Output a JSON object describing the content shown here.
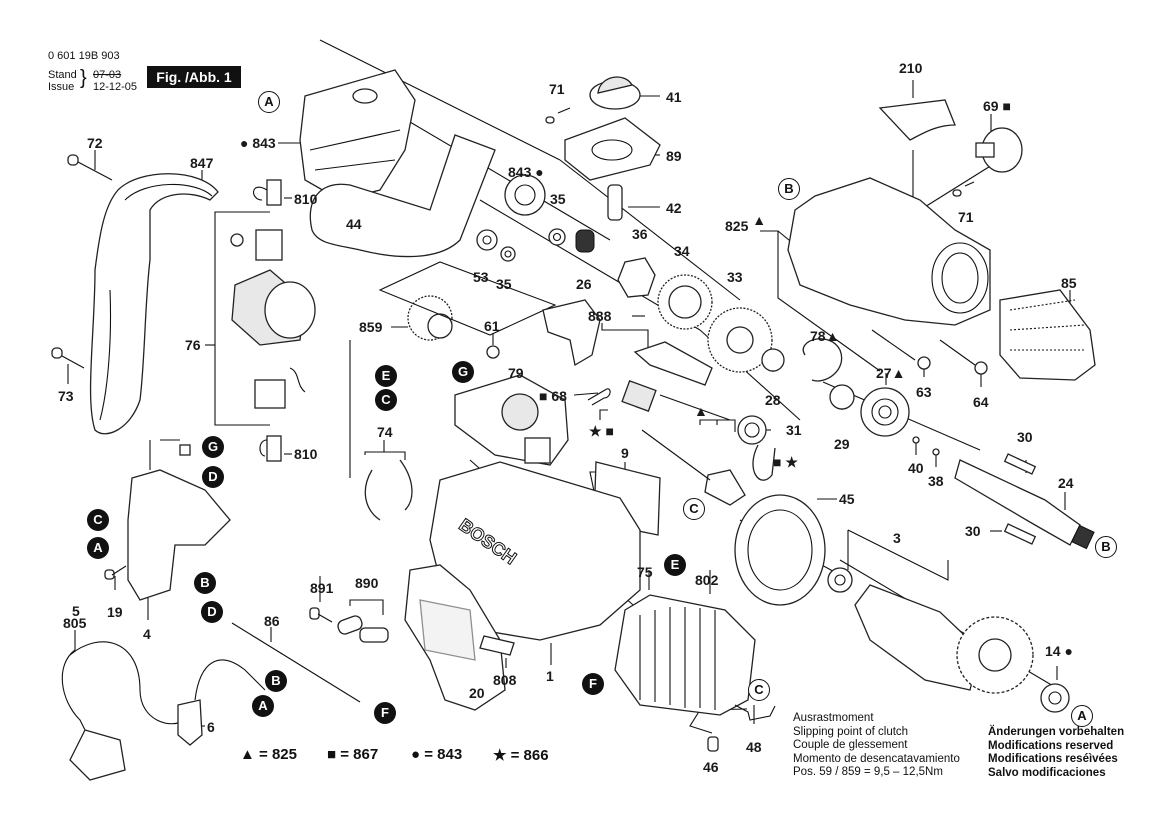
{
  "header": {
    "part_number": "0 601 19B 903",
    "stand_label": "Stand",
    "issue_label": "Issue",
    "stand_date_struck": "07-03",
    "issue_date": "12-12-05",
    "figure_label": "Fig. /Abb. 1"
  },
  "part_labels": {
    "p72": "72",
    "p847": "847",
    "p73": "73",
    "p76": "76",
    "p810a": "810",
    "p810b": "810",
    "p843a": "843",
    "p843b": "843",
    "p44": "44",
    "p53": "53",
    "p35a": "35",
    "p35b": "35",
    "p26": "26",
    "p36": "36",
    "p34": "34",
    "p33": "33",
    "p71a": "71",
    "p71b": "71",
    "p41": "41",
    "p89": "89",
    "p42": "42",
    "p210": "210",
    "p69": "69",
    "p825": "825",
    "p85": "85",
    "p859": "859",
    "p61": "61",
    "p888": "888",
    "p79": "79",
    "p68": "68",
    "p78": "78",
    "p27": "27",
    "p28": "28",
    "p63": "63",
    "p64": "64",
    "p29": "29",
    "p31": "31",
    "p40": "40",
    "p38": "38",
    "p30a": "30",
    "p30b": "30",
    "p24": "24",
    "p9": "9",
    "p74": "74",
    "p45": "45",
    "p3": "3",
    "p14": "14",
    "p802": "802",
    "p75": "75",
    "p1": "1",
    "p20": "20",
    "p808": "808",
    "p46": "46",
    "p48": "48",
    "p891": "891",
    "p890": "890",
    "p86": "86",
    "p5": "5",
    "p805": "805",
    "p6": "6",
    "p19": "19",
    "p4": "4"
  },
  "connectors": {
    "A": "A",
    "B": "B",
    "C": "C",
    "D": "D",
    "E": "E",
    "F": "F",
    "G": "G"
  },
  "brand_on_housing": "BOSCH",
  "legend": [
    {
      "symbol": "triangle",
      "glyph": "▲",
      "text": "= 825"
    },
    {
      "symbol": "square",
      "glyph": "■",
      "text": "= 867"
    },
    {
      "symbol": "circle",
      "glyph": "●",
      "text": "= 843"
    },
    {
      "symbol": "star",
      "glyph": "★",
      "text": "= 866"
    }
  ],
  "symbols": {
    "triangle": "▲",
    "square": "■",
    "circle": "●",
    "star": "★"
  },
  "clutch_note": {
    "de": "Ausrastmoment",
    "en": "Slipping point of clutch",
    "fr": "Couple de glessement",
    "es": "Momento de desencatavamiento",
    "spec": "Pos.  59 / 859  =   9,5 – 12,5Nm"
  },
  "modifications_note": {
    "de": "Änderungen vorbehalten",
    "en": "Modifications reserved",
    "fr": "Modifications reséìvées",
    "es": "Salvo modificaciones"
  }
}
